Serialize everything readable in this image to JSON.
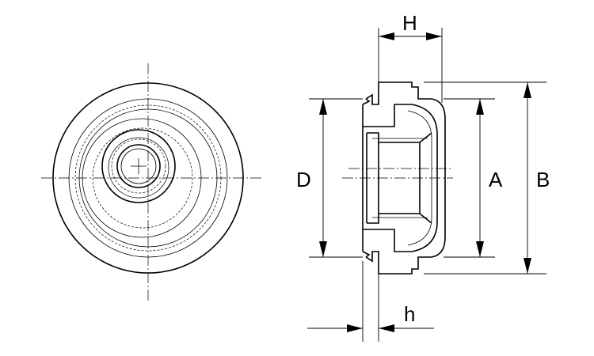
{
  "labels": {
    "H": "H",
    "D": "D",
    "A": "A",
    "B": "B",
    "h": "h"
  }
}
